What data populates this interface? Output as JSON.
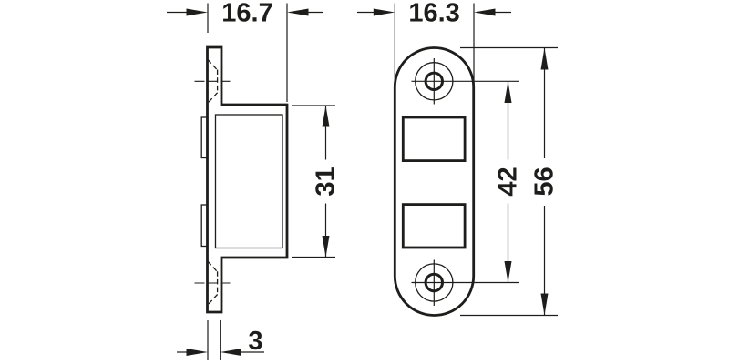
{
  "drawing": {
    "background_color": "#ffffff",
    "line_color": "#1d1d1b",
    "side_view": {
      "depth_dim": "16.7",
      "body_height_dim": "31",
      "flange_thickness_dim": "3"
    },
    "front_view": {
      "width_dim": "16.3",
      "hole_spacing_dim": "42",
      "plate_height_dim": "56"
    }
  }
}
